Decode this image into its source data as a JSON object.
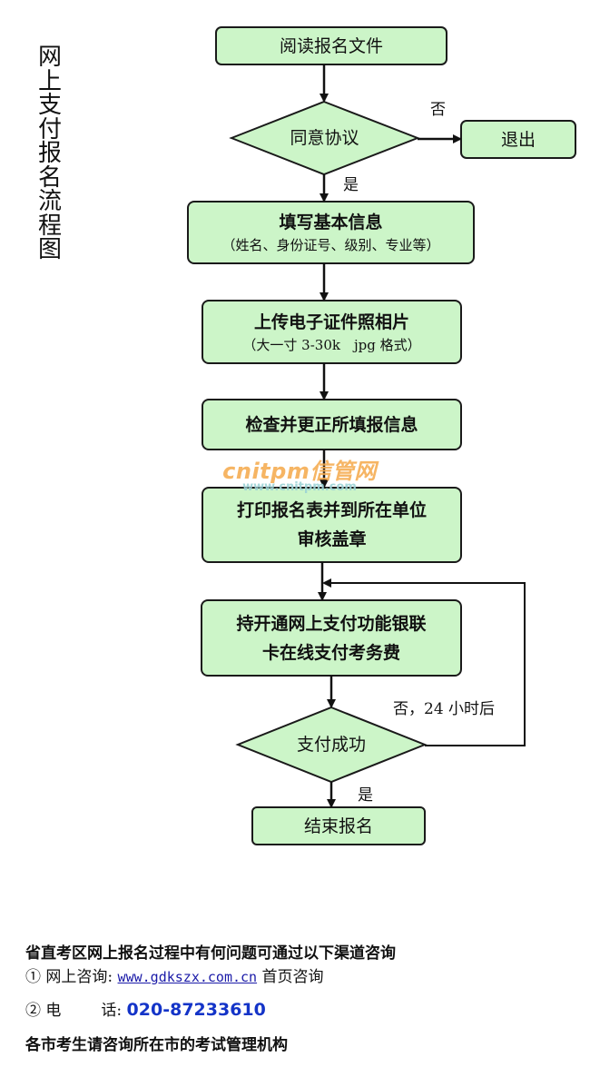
{
  "title": {
    "chars": [
      "网",
      "上",
      "支",
      "付",
      "报",
      "名",
      "流",
      "程",
      "图"
    ],
    "text": "网上支付报名流程图"
  },
  "colors": {
    "node_fill": "#ccf5c8",
    "node_stroke": "#1a1a1a",
    "link": "#1a1aa8",
    "phone": "#1434c8",
    "watermark_main": "#f5a94a",
    "watermark_url": "#9dd3d6"
  },
  "flow": {
    "nodes": [
      {
        "id": "read-docs",
        "type": "process",
        "main": "阅读报名文件",
        "sub": ""
      },
      {
        "id": "agree",
        "type": "decision",
        "main": "同意协议",
        "sub": ""
      },
      {
        "id": "exit",
        "type": "process",
        "main": "退出",
        "sub": ""
      },
      {
        "id": "fill-info",
        "type": "process",
        "main": "填写基本信息",
        "sub": "（姓名、身份证号、级别、专业等）"
      },
      {
        "id": "upload-photo",
        "type": "process",
        "main": "上传电子证件照相片",
        "sub": "（大一寸 3-30k　jpg 格式）"
      },
      {
        "id": "check-info",
        "type": "process",
        "main": "检查并更正所填报信息",
        "sub": ""
      },
      {
        "id": "print-form",
        "type": "process",
        "main": "打印报名表并到所在单位",
        "sub": "审核盖章"
      },
      {
        "id": "pay-online",
        "type": "process",
        "main": "持开通网上支付功能银联",
        "sub": "卡在线支付考务费"
      },
      {
        "id": "pay-success",
        "type": "decision",
        "main": "支付成功",
        "sub": ""
      },
      {
        "id": "finish",
        "type": "process",
        "main": "结束报名",
        "sub": ""
      }
    ],
    "edge_labels": {
      "agree_no": "否",
      "agree_yes": "是",
      "pay_no": "否，24 小时后",
      "pay_yes": "是"
    }
  },
  "watermark": {
    "brand": "cnitpm信管网",
    "url": "www.cnitpm.com"
  },
  "footer": {
    "heading": "省直考区网上报名过程中有何问题可通过以下渠道咨询",
    "online": {
      "marker": "①",
      "label": "网上咨询:",
      "link": "www.gdkszx.com.cn",
      "suffix": "首页咨询"
    },
    "phone": {
      "marker": "②",
      "label_a": "电",
      "label_b": "话:",
      "number": "020-87233610"
    },
    "note": "各市考生请咨询所在市的考试管理机构"
  }
}
